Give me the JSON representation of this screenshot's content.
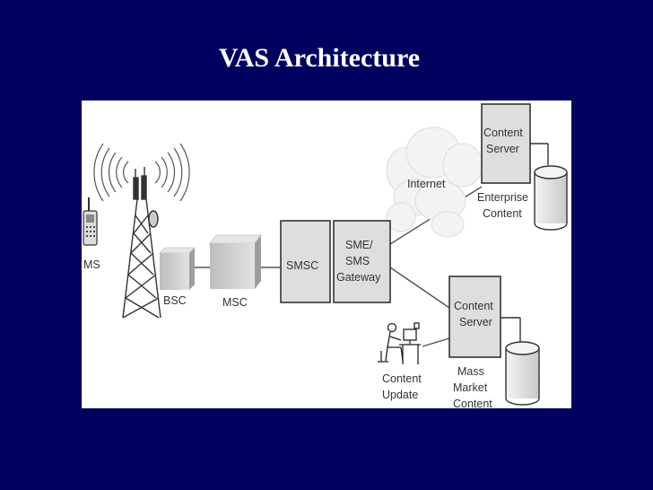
{
  "title": "VAS Architecture",
  "diagram": {
    "nodes": {
      "ms": "MS",
      "bsc": "BSC",
      "msc": "MSC",
      "smsc": "SMSC",
      "gateway": [
        "SME/",
        "SMS",
        "Gateway"
      ],
      "internet": "Internet",
      "content_server_top": [
        "Content",
        "Server"
      ],
      "enterprise_content": [
        "Enterprise",
        "Content"
      ],
      "content_server_bottom": [
        "Content",
        "Server"
      ],
      "content_update": [
        "Content",
        "Update"
      ],
      "mass_market_content": [
        "Mass",
        "Market",
        "Content"
      ]
    }
  }
}
